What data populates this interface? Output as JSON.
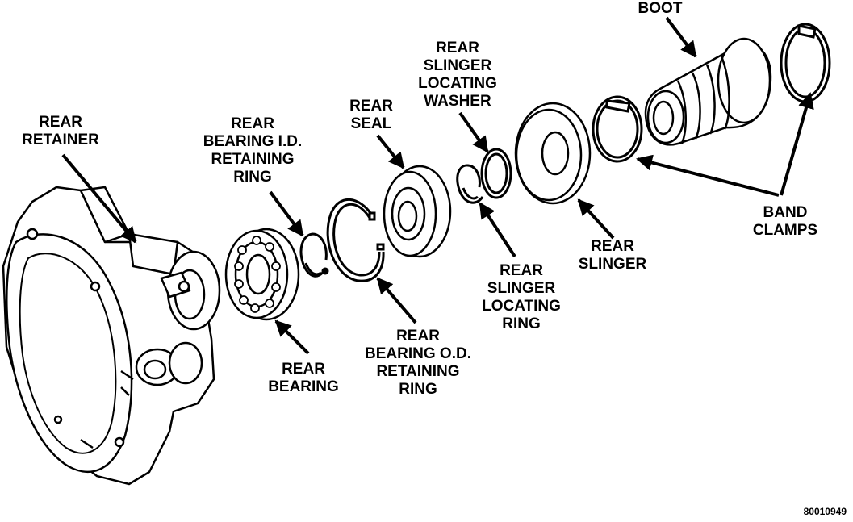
{
  "labels": {
    "rear_retainer": [
      "REAR",
      "RETAINER"
    ],
    "rear_bearing_id_ring": [
      "REAR",
      "BEARING I.D.",
      "RETAINING",
      "RING"
    ],
    "rear_seal": [
      "REAR",
      "SEAL"
    ],
    "rear_slinger_locating_washer": [
      "REAR",
      "SLINGER",
      "LOCATING",
      "WASHER"
    ],
    "boot": [
      "BOOT"
    ],
    "band_clamps": [
      "BAND",
      "CLAMPS"
    ],
    "rear_slinger": [
      "REAR",
      "SLINGER"
    ],
    "rear_slinger_locating_ring": [
      "REAR",
      "SLINGER",
      "LOCATING",
      "RING"
    ],
    "rear_bearing_od_ring": [
      "REAR",
      "BEARING O.D.",
      "RETAINING",
      "RING"
    ],
    "rear_bearing": [
      "REAR",
      "BEARING"
    ]
  },
  "figure_number": "80010949"
}
